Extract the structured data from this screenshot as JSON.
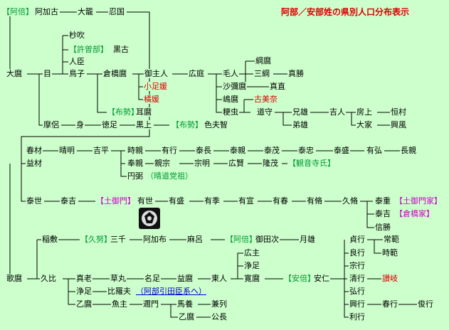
{
  "title": "阿部／安部姓の県別人口分布表示",
  "nodes": {
    "n1": "【阿倍】",
    "n2": "阿加古",
    "n3": "大籠",
    "n4": "忍国",
    "n5": "杪吹",
    "n6": "【許曽部】",
    "n7": "黒古",
    "n8": "人臣",
    "n9": "大麿",
    "n10": "目",
    "n11": "鳥子",
    "n12": "倉橋麿",
    "n13": "御主人",
    "n14": "広庭",
    "n15": "毛人",
    "n16": "綱麿",
    "n17": "三綱",
    "n18": "真勝",
    "n19": "真直",
    "n20": "小足媛",
    "n21": "橘媛",
    "n22": "沙彌麿",
    "n23": "嶋麿",
    "n24": "【布勢】",
    "n25": "耳麿",
    "n26": "粳虫",
    "n27": "古美奈",
    "n28": "道守",
    "n29": "兄雄",
    "n30": "吉人",
    "n31": "房上",
    "n32": "恒村",
    "n33": "摩侶",
    "n34": "身",
    "n35": "徳足",
    "n36": "黒上",
    "n37": "【布勢】",
    "n38": "色夫智",
    "n39": "弟雄",
    "n40": "大家",
    "n41": "興風",
    "n42": "春材",
    "n43": "晴明",
    "n44": "吉平",
    "n45": "時親",
    "n46": "有行",
    "n47": "泰長",
    "n48": "泰親",
    "n49": "泰茂",
    "n50": "泰忠",
    "n51": "泰盛",
    "n52": "有弘",
    "n53": "長親",
    "n54": "益材",
    "n55": "奉親",
    "n56": "親宗",
    "n57": "宗明",
    "n58": "広賢",
    "n59": "隆茂",
    "n60": "【観音寺氏】",
    "n61": "円弼",
    "n62": "（晴道党祖）",
    "n63": "泰世",
    "n64": "泰吉",
    "n65": "【土御門】",
    "n66": "有世",
    "n67": "有盛",
    "n68": "有季",
    "n69": "有宣",
    "n70": "有春",
    "n71": "有脩",
    "n72": "久脩",
    "n73": "泰重",
    "n74": "【土御門家】",
    "n75": "泰吉",
    "n76": "【倉橋家】",
    "n77": "信勝",
    "n78": "稲敷",
    "n79": "【久努】",
    "n80": "三千",
    "n81": "阿加布",
    "n82": "麻呂",
    "n83": "【阿倍】",
    "n84": "御田次",
    "n85": "月雄",
    "n86": "貞行",
    "n87": "常範",
    "n88": "広主",
    "n89": "良行",
    "n90": "時範",
    "n91": "浄足",
    "n92": "宗行",
    "n93": "歌麿",
    "n94": "久比",
    "n95": "真老",
    "n96": "草丸",
    "n97": "名足",
    "n98": "益麿",
    "n99": "東人",
    "n100": "寛麿",
    "n101": "【安倍】",
    "n102": "安仁",
    "n103": "清行",
    "n104": "讃岐",
    "n105": "浄足",
    "n106": "比羅夫",
    "n107": "（阿部引田臣系へ）",
    "n108": "弘行",
    "n109": "乙麿",
    "n110": "魚主",
    "n111": "邇門",
    "n112": "馬養",
    "n113": "兼列",
    "n114": "興行",
    "n115": "春行",
    "n116": "俊行",
    "n117": "乙麿",
    "n118": "公長",
    "n119": "利行"
  },
  "crest": {
    "name": "family-crest",
    "color": "#111111"
  },
  "colors": {
    "background": "#ccffcc",
    "green": "#009933",
    "magenta": "#cc00cc",
    "red": "#dd0000",
    "link": "#0000cc",
    "line": "#000000"
  }
}
